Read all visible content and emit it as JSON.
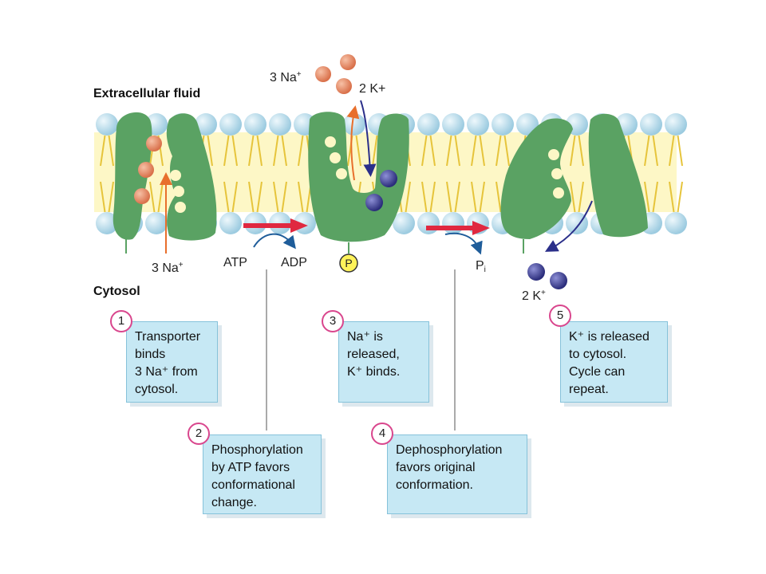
{
  "regions": {
    "extracellular": "Extracellular fluid",
    "cytosol": "Cytosol"
  },
  "ion_labels": {
    "na_top_count": "3 Na",
    "na_top_charge": "+",
    "k_top": "2 K+",
    "na_bottom_count": "3 Na",
    "na_bottom_charge": "+",
    "k_bottom_count": "2 K",
    "k_bottom_charge": "+"
  },
  "molecules": {
    "atp": "ATP",
    "adp": "ADP",
    "phosphate": "P",
    "pi_letter": "P",
    "pi_subscript": "i"
  },
  "steps": [
    {
      "num": "1",
      "lines": [
        "Transporter",
        "binds",
        "3 Na⁺ from",
        "cytosol."
      ]
    },
    {
      "num": "2",
      "lines": [
        "Phosphorylation",
        "by ATP favors",
        "conformational",
        "change."
      ]
    },
    {
      "num": "3",
      "lines": [
        "Na⁺ is",
        "released,",
        "K⁺ binds."
      ]
    },
    {
      "num": "4",
      "lines": [
        "Dephosphorylation",
        "favors original",
        "conformation."
      ]
    },
    {
      "num": "5",
      "lines": [
        "K⁺ is released",
        "to cytosol.",
        "Cycle can",
        "repeat."
      ]
    }
  ],
  "colors": {
    "protein": "#5aa263",
    "sodium": "#e0835c",
    "potassium": "#3d3f9a",
    "phospholipid_head": "#b9dcea",
    "membrane_core": "#fdf7c6",
    "lipid_tail": "#e6c43b",
    "reaction_arrow": "#e02840",
    "na_arrow": "#e86f2c",
    "k_arrow": "#2b2f8a",
    "box_fill": "#c6e8f4",
    "number_ring": "#d9468d",
    "phosphate_fill": "#fff35a"
  }
}
